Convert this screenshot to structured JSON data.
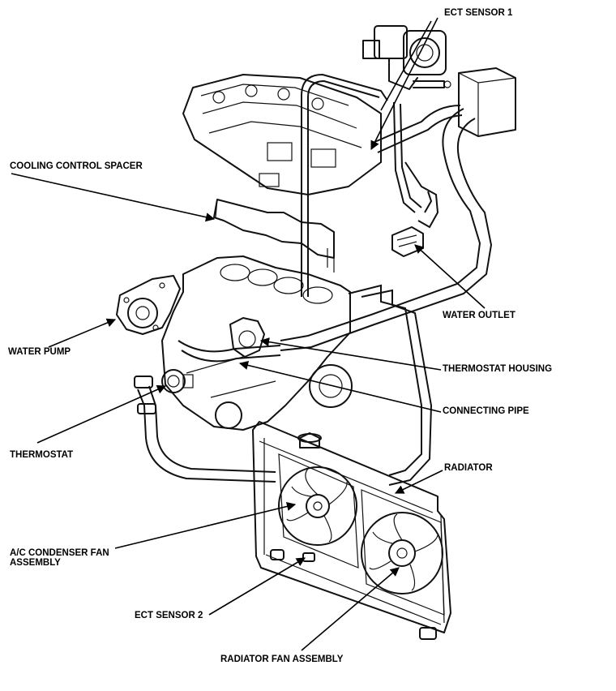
{
  "labels": {
    "ect_sensor_1": "ECT SENSOR 1",
    "cooling_control_spacer": "COOLING CONTROL SPACER",
    "water_outlet": "WATER OUTLET",
    "water_pump": "WATER PUMP",
    "thermostat_housing": "THERMOSTAT HOUSING",
    "connecting_pipe": "CONNECTING PIPE",
    "thermostat": "THERMOSTAT",
    "radiator": "RADIATOR",
    "ac_condenser_fan_line1": "A/C CONDENSER FAN",
    "ac_condenser_fan_line2": "ASSEMBLY",
    "ect_sensor_2": "ECT SENSOR 2",
    "radiator_fan_assembly": "RADIATOR FAN ASSEMBLY"
  }
}
